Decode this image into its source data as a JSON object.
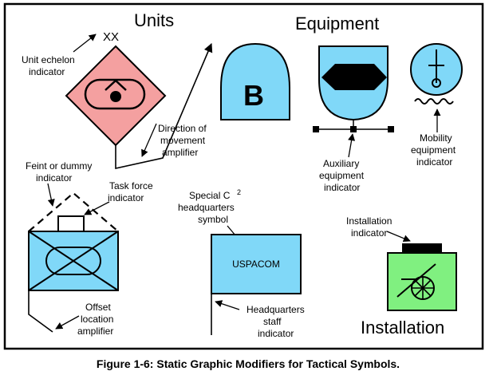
{
  "headings": {
    "units": "Units",
    "equipment": "Equipment",
    "installation": "Installation"
  },
  "echelon_value": "XX",
  "labels": {
    "unit_echelon": [
      "Unit echelon",
      "indicator"
    ],
    "direction": [
      "Direction of",
      "movement",
      "amplifier"
    ],
    "feint": [
      "Feint or dummy",
      "indicator"
    ],
    "task_force": [
      "Task force",
      "indicator"
    ],
    "offset": [
      "Offset",
      "location",
      "amplifier"
    ],
    "special_c2": [
      "Special C",
      "headquarters",
      "symbol"
    ],
    "c2_superscript": "2",
    "hq_staff": [
      "Headquarters",
      "staff",
      "indicator"
    ],
    "auxiliary": [
      "Auxiliary",
      "equipment",
      "indicator"
    ],
    "mobility": [
      "Mobility",
      "equipment",
      "indicator"
    ],
    "installation_ind": [
      "Installation",
      "indicator"
    ]
  },
  "symbol_text": {
    "equipment_letter": "B",
    "hq_name": "USPACOM"
  },
  "colors": {
    "unit_fill": "#f4a0a0",
    "equipment_fill": "#80d8f8",
    "installation_fill": "#80f080",
    "hex_fill": "#000000"
  },
  "caption": "Figure 1-6: Static Graphic Modifiers for Tactical Symbols."
}
